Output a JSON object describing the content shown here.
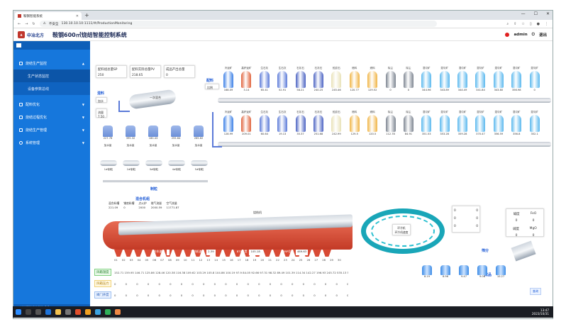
{
  "browser": {
    "tab_title": "鞍钢智能系统",
    "url_warning": "不安全",
    "url": "130.10.10.10:1111/#/ProductionMonitoring"
  },
  "app": {
    "brand": "中冶北方",
    "title": "鞍钢600㎡烧结智能控制系统",
    "user": "admin",
    "logout": "退出"
  },
  "sidebar": {
    "items": [
      {
        "label": "烧结生产监控",
        "sub": false
      },
      {
        "label": "生产状态监控",
        "sub": true,
        "active": true
      },
      {
        "label": "设备参数总线",
        "sub": true
      },
      {
        "label": "配料优化",
        "sub": false
      },
      {
        "label": "烧结过程优化",
        "sub": false
      },
      {
        "label": "烧结生产管理",
        "sub": false
      },
      {
        "label": "系统管理",
        "sub": false
      }
    ],
    "footer": "烧结智能优化系统v1.1"
  },
  "summary": [
    {
      "label": "配料组总量SP",
      "value": "250"
    },
    {
      "label": "配料实际总量PV",
      "value": "218.65"
    },
    {
      "label": "成品产出总量",
      "value": "0"
    }
  ],
  "labels": {
    "mix": "混料",
    "peiliao": "配料",
    "ratio": "比例",
    "water": "加水",
    "water_value": "7.50",
    "add_water_label": "加水",
    "flow": "流量",
    "flow_value": "0",
    "drum": "一次混合",
    "zhi": "制粒",
    "combine": "混合机组",
    "sinter": "烧结机",
    "cooler_label": "环冷机",
    "cooler_sub": "环冷机速度",
    "screen": "筛分",
    "finish": "成品",
    "query": "查询"
  },
  "tanks_top": [
    {
      "name": "冷返矿",
      "value": "168.09",
      "color": "#3b7fe6"
    },
    {
      "name": "高炉返矿",
      "value": "3.14",
      "color": "#e0613a"
    },
    {
      "name": "生石灰",
      "value": "65.41",
      "color": "#5b7ad8"
    },
    {
      "name": "生石灰",
      "value": "52.91",
      "color": "#5b7ad8"
    },
    {
      "name": "石灰石",
      "value": "58.21",
      "color": "#4a62c2"
    },
    {
      "name": "石灰石",
      "value": "240.25",
      "color": "#4a62c2"
    },
    {
      "name": "蛇纹石",
      "value": "245.46",
      "color": "#e9e2b8"
    },
    {
      "name": "燃料",
      "value": "120.77",
      "color": "#f0b445"
    },
    {
      "name": "燃料",
      "value": "129.52",
      "color": "#f0b445"
    },
    {
      "name": "除尘",
      "value": "0",
      "color": "#7d8591"
    },
    {
      "name": "除尘",
      "value": "0",
      "color": "#7d8591"
    },
    {
      "name": "混匀矿",
      "value": "344.96",
      "color": "#5ab8ee"
    },
    {
      "name": "混匀矿",
      "value": "343.89",
      "color": "#5ab8ee"
    },
    {
      "name": "混匀矿",
      "value": "344.49",
      "color": "#5ab8ee"
    },
    {
      "name": "混匀矿",
      "value": "341.84",
      "color": "#5ab8ee"
    },
    {
      "name": "混匀矿",
      "value": "343.80",
      "color": "#5ab8ee"
    },
    {
      "name": "混匀矿",
      "value": "356.98",
      "color": "#5ab8ee"
    },
    {
      "name": "混匀矿",
      "value": "0",
      "color": "#5ab8ee"
    }
  ],
  "tanks_mid": [
    {
      "name": "冷返矿",
      "value": "128.99",
      "color": "#3b7fe6"
    },
    {
      "name": "高炉返矿",
      "value": "209.01",
      "color": "#e0613a"
    },
    {
      "name": "生石灰",
      "value": "60.64",
      "color": "#5b7ad8"
    },
    {
      "name": "生石灰",
      "value": "19.13",
      "color": "#5b7ad8"
    },
    {
      "name": "石灰石",
      "value": "35.37",
      "color": "#4a62c2"
    },
    {
      "name": "石灰石",
      "value": "251.68",
      "color": "#4a62c2"
    },
    {
      "name": "蛇纹石",
      "value": "242.99",
      "color": "#e9e2b8"
    },
    {
      "name": "燃料",
      "value": "129.5",
      "color": "#f0b445"
    },
    {
      "name": "燃料",
      "value": "120.5",
      "color": "#f0b445"
    },
    {
      "name": "除尘",
      "value": "112.78",
      "color": "#7d8591"
    },
    {
      "name": "除尘",
      "value": "84.91",
      "color": "#7d8591"
    },
    {
      "name": "混匀矿",
      "value": "351.53",
      "color": "#5ab8ee"
    },
    {
      "name": "混匀矿",
      "value": "353.28",
      "color": "#5ab8ee"
    },
    {
      "name": "混匀矿",
      "value": "359.28",
      "color": "#5ab8ee"
    },
    {
      "name": "混匀矿",
      "value": "370.47",
      "color": "#5ab8ee"
    },
    {
      "name": "混匀矿",
      "value": "356.59",
      "color": "#5ab8ee"
    },
    {
      "name": "混匀矿",
      "value": "356.8",
      "color": "#5ab8ee"
    },
    {
      "name": "混匀矿",
      "value": "352.1",
      "color": "#5ab8ee"
    }
  ],
  "hoppers": [
    {
      "value": "227.76"
    },
    {
      "value": "395.32"
    },
    {
      "value": "180.43"
    },
    {
      "value": "255.64"
    },
    {
      "value": "265.62"
    }
  ],
  "hopper_add": [
    "加水量",
    "加水量",
    "加水量",
    "加水量",
    "加水量"
  ],
  "mixers": [
    "1#制粒",
    "2#制粒",
    "3#制粒",
    "4#制粒",
    "5#制粒"
  ],
  "params_top": [
    {
      "label": "混合料槽",
      "value": "221.09"
    },
    {
      "label": "铺底料槽",
      "value": "0"
    },
    {
      "label": "点火炉",
      "value": "2000"
    },
    {
      "label": "煤气流量",
      "value": "2000.59"
    },
    {
      "label": "空气流量",
      "value": "11771.87"
    }
  ],
  "sinter_labels": [
    "台车速度",
    "烧结机速度",
    "BTP位置",
    "BRP位置"
  ],
  "sinter_values": [
    "",
    "2.39",
    "105.18",
    "469.63"
  ],
  "right_box": {
    "rows": [
      [
        "0",
        "0"
      ],
      [
        "0",
        "0"
      ],
      [
        "0",
        "0"
      ]
    ],
    "chem": [
      {
        "label": "碱度",
        "value": "FeO"
      },
      {
        "label": "0",
        "value": "0"
      },
      {
        "label": "碱度",
        "value": "MgO"
      },
      {
        "label": "0",
        "value": "0"
      }
    ]
  },
  "bins_bottom": [
    "8.19",
    "8.96",
    "9.47",
    "9.08",
    "10.27"
  ],
  "windbox_numbers": [
    "01",
    "02",
    "03",
    "04",
    "05",
    "06",
    "07",
    "08",
    "09",
    "10",
    "11",
    "12",
    "13",
    "14",
    "15",
    "16",
    "17",
    "18",
    "19",
    "20",
    "21",
    "22",
    "23",
    "24",
    "25",
    "26",
    "27",
    "28",
    "29",
    "30"
  ],
  "table": {
    "rows": [
      {
        "head": "风箱温度",
        "cells": "152.71 159.95 146.71 125.86 128.46 120.38 116.38 109.62 103.29 105.8 104.86 100.19 97.9 84.05 92.66 97.31 98.32 89.49 101.39 114.34 142.27 196.93 245.72 535.13 585.26 407.41 400.53 475.4 472.52 418.7"
      },
      {
        "head": "风箱压力",
        "cells": "0 0 0 0 0 0 0 0 0 0 0 0 0 0 0 0 0 0 0 0 0 0 0 0 0 0 0 0 0 0"
      },
      {
        "head": "阀门开度",
        "cells": "0 0 0 0 0 0 0 0 0 0 0 0 0 0 0 0 0 0 0 0 0 0 0 0 0 0 0 0 0 0"
      }
    ]
  },
  "taskbar": {
    "time": "13:47",
    "date": "2023/10/31"
  },
  "colors": {
    "sidebar": "#1677dc",
    "accent": "#1f5bd6",
    "sinter": "#d84a34"
  }
}
